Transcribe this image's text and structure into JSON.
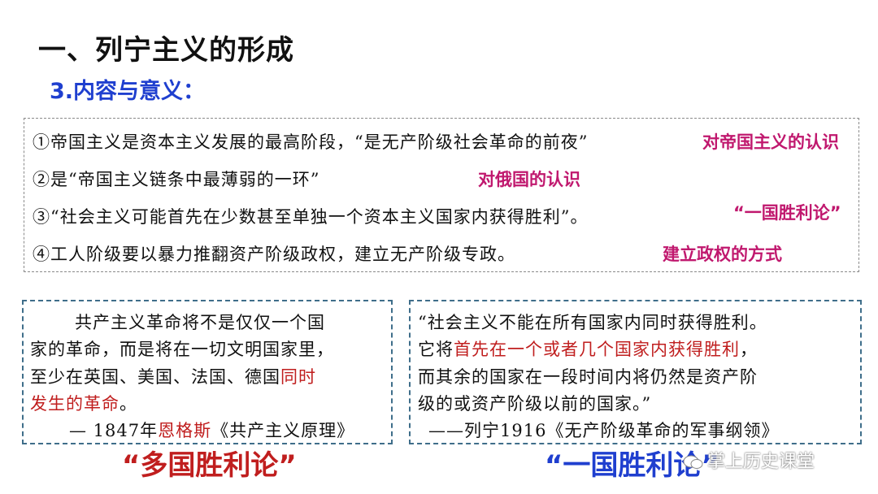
{
  "title": "一、列宁主义的形成",
  "subtitle": "3.内容与意义：",
  "points": [
    {
      "text": "①帝国主义是资本主义发展的最高阶段，“是无产阶级社会革命的前夜”",
      "tag": "对帝国主义的认识"
    },
    {
      "text": "②是“帝国主义链条中最薄弱的一环”",
      "tag": "对俄国的认识"
    },
    {
      "text": "③“社会主义可能首先在少数甚至单独一个资本主义国家内获得胜利”。",
      "tag": "“一国胜利论”"
    },
    {
      "text": "④工人阶级要以暴力推翻资产阶级政权，建立无产阶级专政。",
      "tag": "建立政权的方式"
    }
  ],
  "quote_left": {
    "line1": "共产主义革命将不是仅仅一个国",
    "line2": "家的革命，而是将在一切文明国家里，",
    "line3_pre": "至少在英国、美国、法国、德国",
    "line3_red": "同时",
    "line4_red": "发生的革命",
    "line4_post": "。",
    "source_pre": "— 1847年",
    "source_red": "恩格斯",
    "source_post": "《共产主义原理》",
    "theory": "“多国胜利论”"
  },
  "quote_right": {
    "line1": "“社会主义不能在所有国家内同时获得胜利。",
    "line2_pre": "它将",
    "line2_red": "首先在一个或者几个国家内获得胜利",
    "line2_post": "，",
    "line3": "而其余的国家在一段时间内将仍然是资产阶",
    "line4": "级的或资产阶级以前的国家。”",
    "source": "——列宁1916《无产阶级革命的军事纲领》",
    "theory": "“一国胜利论”"
  },
  "watermark": "掌上历史课堂",
  "colors": {
    "accent_blue": "#1f3fcf",
    "tag_pink": "#c0186e",
    "quote_red": "#c01e1e",
    "box_border": "#3f6e8a"
  }
}
